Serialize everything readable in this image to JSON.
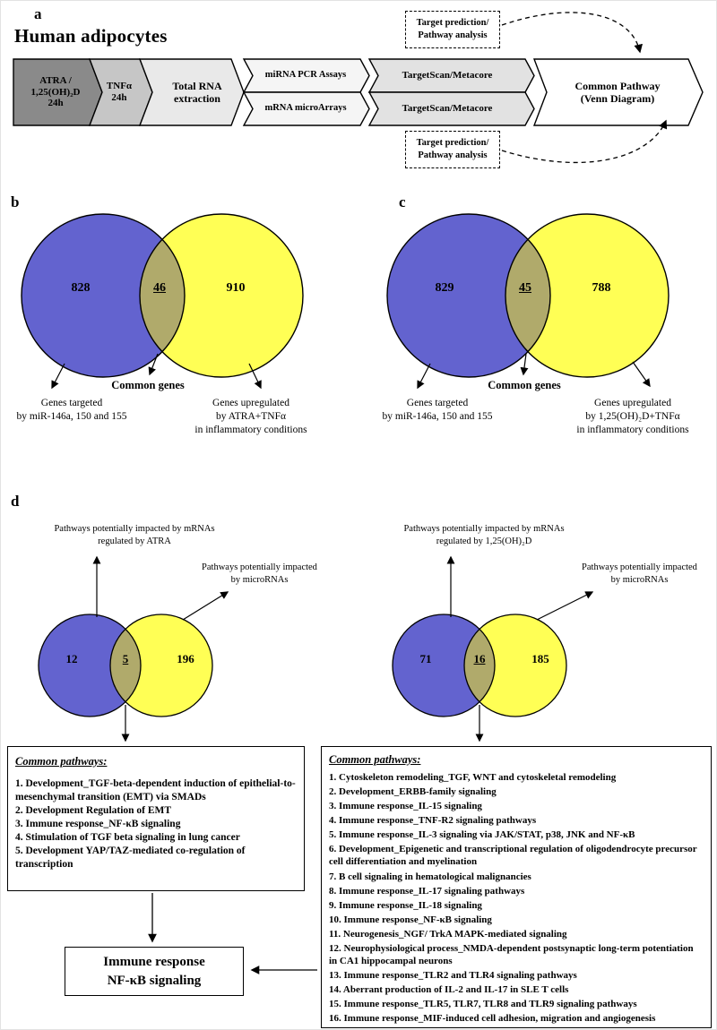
{
  "colors": {
    "blue": "#6363cf",
    "yellow": "#ffff55",
    "overlap": "#b0aa6b"
  },
  "panel_a": {
    "label": "a",
    "title": "Human adipocytes",
    "arrows": [
      {
        "label": "ATRA /\n1,25(OH)₂D\n24h"
      },
      {
        "label": "TNFα\n24h"
      },
      {
        "label": "Total RNA\nextraction"
      },
      {
        "label": "miRNA PCR Assays"
      },
      {
        "label": "mRNA microArrays"
      },
      {
        "label": "TargetScan/Metacore"
      },
      {
        "label": "TargetScan/Metacore"
      },
      {
        "label": "Common Pathway\n(Venn Diagram)"
      }
    ],
    "target_prediction_top": "Target prediction/\nPathway analysis",
    "target_prediction_bottom": "Target prediction/\nPathway analysis"
  },
  "panel_b": {
    "label": "b",
    "left_count": "828",
    "common_count": "46",
    "right_count": "910",
    "common_label": "Common genes",
    "left_label": "Genes targeted\nby miR-146a, 150 and 155",
    "right_label": "Genes upregulated\nby ATRA+TNFα\nin inflammatory conditions"
  },
  "panel_c": {
    "label": "c",
    "left_count": "829",
    "common_count": "45",
    "right_count": "788",
    "common_label": "Common genes",
    "left_label": "Genes targeted\nby miR-146a, 150 and 155",
    "right_label": "Genes upregulated\nby 1,25(OH)₂D+TNFα\nin inflammatory conditions"
  },
  "panel_d": {
    "label": "d",
    "left_venn": {
      "left_count": "12",
      "common_count": "5",
      "right_count": "196",
      "mrna_label": "Pathways potentially impacted by mRNAs\nregulated by ATRA",
      "mirna_label": "Pathways potentially impacted\nby microRNAs",
      "box_title": "Common pathways:",
      "pathways": [
        "1. Development_TGF-beta-dependent induction of epithelial-to-mesenchymal transition (EMT) via SMADs",
        "2. Development Regulation of EMT",
        "3. Immune response_NF-κB signaling",
        "4. Stimulation of TGF beta signaling in lung cancer",
        "5. Development YAP/TAZ-mediated co-regulation of transcription"
      ]
    },
    "right_venn": {
      "left_count": "71",
      "common_count": "16",
      "right_count": "185",
      "mrna_label": "Pathways potentially impacted by mRNAs\nregulated by 1,25(OH)₂D",
      "mirna_label": "Pathways potentially impacted\nby microRNAs",
      "box_title": "Common pathways:",
      "pathways": [
        "1. Cytoskeleton remodeling_TGF, WNT and cytoskeletal remodeling",
        "2. Development_ERBB-family signaling",
        "3. Immune response_IL-15 signaling",
        "4. Immune response_TNF-R2 signaling pathways",
        "5. Immune response_IL-3 signaling via JAK/STAT, p38, JNK and NF-κB",
        "6. Development_Epigenetic and transcriptional regulation of oligodendrocyte precursor cell differentiation and myelination",
        "7. B cell signaling in hematological malignancies",
        "8. Immune response_IL-17 signaling pathways",
        "9. Immune response_IL-18 signaling",
        "10. Immune response_NF-κB signaling",
        "11. Neurogenesis_NGF/ TrkA MAPK-mediated signaling",
        "12. Neurophysiological process_NMDA-dependent postsynaptic long-term potentiation in CA1 hippocampal neurons",
        "13. Immune response_TLR2 and TLR4 signaling pathways",
        "14. Aberrant production of IL-2 and IL-17 in SLE T cells",
        "15. Immune response_TLR5, TLR7, TLR8 and TLR9 signaling pathways",
        "16. Immune response_MIF-induced cell adhesion, migration and angiogenesis"
      ]
    },
    "result_box": "Immune response\nNF-κB signaling"
  }
}
